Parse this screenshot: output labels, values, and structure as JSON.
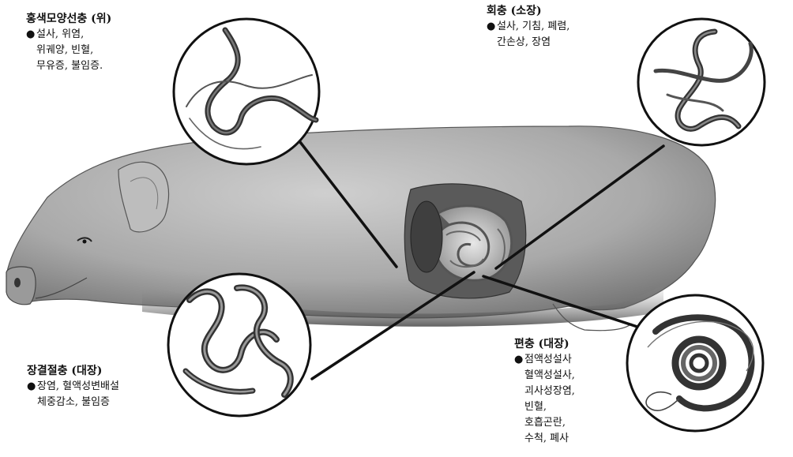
{
  "parasites": {
    "stomach": {
      "title": "홍색모양선충 (위)",
      "bullet": "●",
      "lines": [
        "설사, 위염,",
        "위궤양, 빈혈,",
        "무유증, 불임증."
      ]
    },
    "roundworm": {
      "title": "회충 (소장)",
      "bullet": "●",
      "lines": [
        "설사, 기침, 폐렴,",
        "간손상, 장염"
      ]
    },
    "nodular": {
      "title": "장결절충 (대장)",
      "bullet": "●",
      "lines": [
        "장염, 혈액성변배설",
        "체중감소, 불임증"
      ]
    },
    "whipworm": {
      "title": "편충 (대장)",
      "bullet": "●",
      "lines": [
        "점액성설사",
        "혈액성설사,",
        "괴사성장염,",
        "빈혈,",
        "호흡곤란,",
        "수척, 폐사"
      ]
    }
  }
}
